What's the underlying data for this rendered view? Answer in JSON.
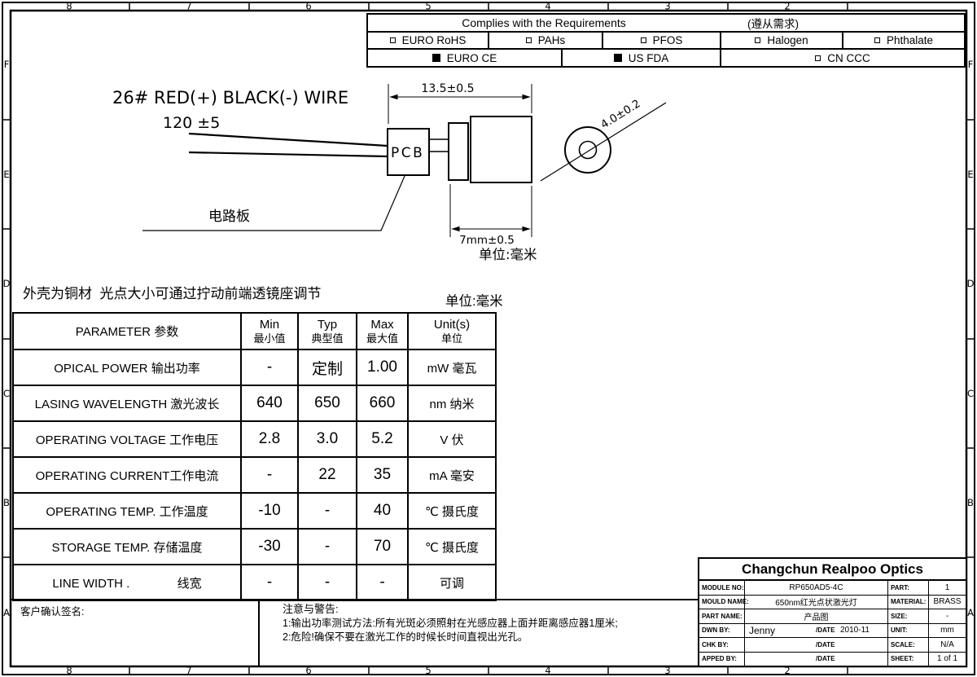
{
  "frame": {
    "cols": [
      "8",
      "7",
      "6",
      "5",
      "4",
      "3",
      "2"
    ],
    "rows_left": [
      "F",
      "E",
      "D",
      "C",
      "B",
      "A"
    ]
  },
  "compliance": {
    "title": "Complies with the Requirements",
    "title_cn": "(遵从需求)",
    "items_row1": [
      {
        "label": "EURO RoHS",
        "checked": false
      },
      {
        "label": "PAHs",
        "checked": false
      },
      {
        "label": "PFOS",
        "checked": false
      },
      {
        "label": "Halogen",
        "checked": false
      },
      {
        "label": "Phthalate",
        "checked": false
      }
    ],
    "items_row2": [
      {
        "label": "EURO CE",
        "checked": true
      },
      {
        "label": "US FDA",
        "checked": true
      },
      {
        "label": "CN CCC",
        "checked": false
      }
    ]
  },
  "drawing": {
    "wire_spec": "26# RED(+) BLACK(-) WIRE",
    "wire_length": "120 ±5",
    "pcb": "PCB",
    "dim_body_length": "13.5±0.5",
    "dim_diameter": "4.0±0.2",
    "dim_head_length": "7mm±0.5",
    "pcb_cn": "电路板",
    "unit_note": "单位:毫米",
    "housing_note": "外壳为铜材  光点大小可通过拧动前端透镜座调节"
  },
  "spec_table": {
    "header": {
      "param": "PARAMETER 参数",
      "min_en": "Min",
      "min_cn": "最小值",
      "typ_en": "Typ",
      "typ_cn": "典型值",
      "max_en": "Max",
      "max_cn": "最大值",
      "unit_en": "Unit(s)",
      "unit_cn": "单位"
    },
    "rows": [
      {
        "param": "OPICAL POWER 输出功率",
        "min": "-",
        "typ": "定制",
        "max": "1.00",
        "unit": "mW 毫瓦"
      },
      {
        "param": "LASING WAVELENGTH 激光波长",
        "min": "640",
        "typ": "650",
        "max": "660",
        "unit": "nm 纳米"
      },
      {
        "param": "OPERATING VOLTAGE 工作电压",
        "min": "2.8",
        "typ": "3.0",
        "max": "5.2",
        "unit": "V 伏"
      },
      {
        "param": "OPERATING CURRENT工作电流",
        "min": "-",
        "typ": "22",
        "max": "35",
        "unit": "mA 毫安"
      },
      {
        "param": "OPERATING TEMP. 工作温度",
        "min": "-10",
        "typ": "-",
        "max": "40",
        "unit": "℃ 摄氏度"
      },
      {
        "param": "STORAGE TEMP. 存储温度",
        "min": "-30",
        "typ": "-",
        "max": "70",
        "unit": "℃ 摄氏度"
      },
      {
        "param": "LINE WIDTH .              线宽",
        "min": "-",
        "typ": "-",
        "max": "-",
        "unit": "可调"
      }
    ]
  },
  "footer": {
    "signature_label": "客户确认签名:",
    "notes_title": "注意与警告:",
    "note1": "1:输出功率测试方法:所有光斑必须照射在光感应器上面并距离感应器1厘米;",
    "note2": "2:危险!确保不要在激光工作的时候长时间直视出光孔。"
  },
  "title_block": {
    "company": "Changchun Realpoo Optics",
    "module_no_label": "MODULE NO:",
    "module_no": "RP650AD5-4C",
    "part_label": "PART:",
    "part": "1",
    "mould_name_label": "MOULD NAME:",
    "mould_name": "650nm红光点状激光灯",
    "material_label": "MATERIAL:",
    "material": "BRASS",
    "part_name_label": "PART NAME:",
    "part_name": "产品图",
    "size_label": "SIZE:",
    "size": "-",
    "dwn_by_label": "DWN BY:",
    "dwn_by": "Jenny",
    "dwn_date_label": "/DATE",
    "dwn_date": "2010-11",
    "unit_label": "UNIT:",
    "unit": "mm",
    "chk_by_label": "CHK BY:",
    "chk_by": "",
    "chk_date_label": "/DATE",
    "chk_date": "",
    "scale_label": "SCALE:",
    "scale": "N/A",
    "apped_by_label": "APPED BY:",
    "apped_by": "",
    "apped_date_label": "/DATE",
    "apped_date": "",
    "sheet_label": "SHEET:",
    "sheet": "1 of 1"
  }
}
